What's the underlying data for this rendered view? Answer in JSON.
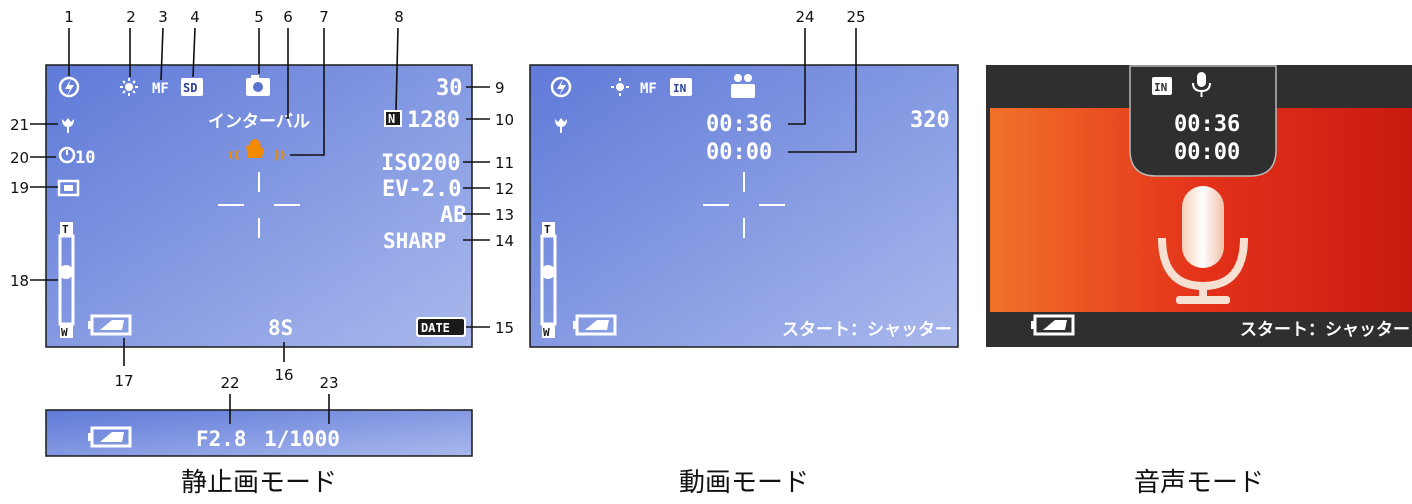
{
  "colors": {
    "lcd_top": "#6c86dc",
    "lcd_bottom": "#9fb0ea",
    "audio_red": "#e8361a",
    "audio_dark": "#333333",
    "callout": "#111111",
    "hand_icon": "#f28a00"
  },
  "still": {
    "caption": "静止画モード",
    "shots_remaining": "30",
    "image_size": "1280",
    "interval_text": "インターバル",
    "iso": "ISO200",
    "ev": "EV-2.0",
    "bracket": "AB",
    "sharpness": "SHARP",
    "shutter_time": "8S",
    "self_timer": "10",
    "date_badge": "DATE",
    "sd_badge": "SD",
    "quality_badge": "N",
    "focus_label": "MF",
    "zoom_top": "T",
    "zoom_bottom": "W",
    "callouts": [
      "1",
      "2",
      "3",
      "4",
      "5",
      "6",
      "7",
      "8",
      "9",
      "10",
      "11",
      "12",
      "13",
      "14",
      "15",
      "16",
      "17",
      "18",
      "19",
      "20",
      "21"
    ]
  },
  "still_strip": {
    "aperture": "F2.8",
    "shutter": "1/1000",
    "callouts": [
      "22",
      "23"
    ]
  },
  "movie": {
    "caption": "動画モード",
    "elapsed": "00:36",
    "remaining": "00:00",
    "size": "320",
    "start_text": "スタート：シャッター",
    "memory_badge": "IN",
    "focus_label": "MF",
    "zoom_top": "T",
    "zoom_bottom": "W",
    "callouts": [
      "24",
      "25"
    ]
  },
  "audio": {
    "caption": "音声モード",
    "elapsed": "00:36",
    "remaining": "00:00",
    "start_text": "スタート：シャッター",
    "memory_badge": "IN"
  }
}
